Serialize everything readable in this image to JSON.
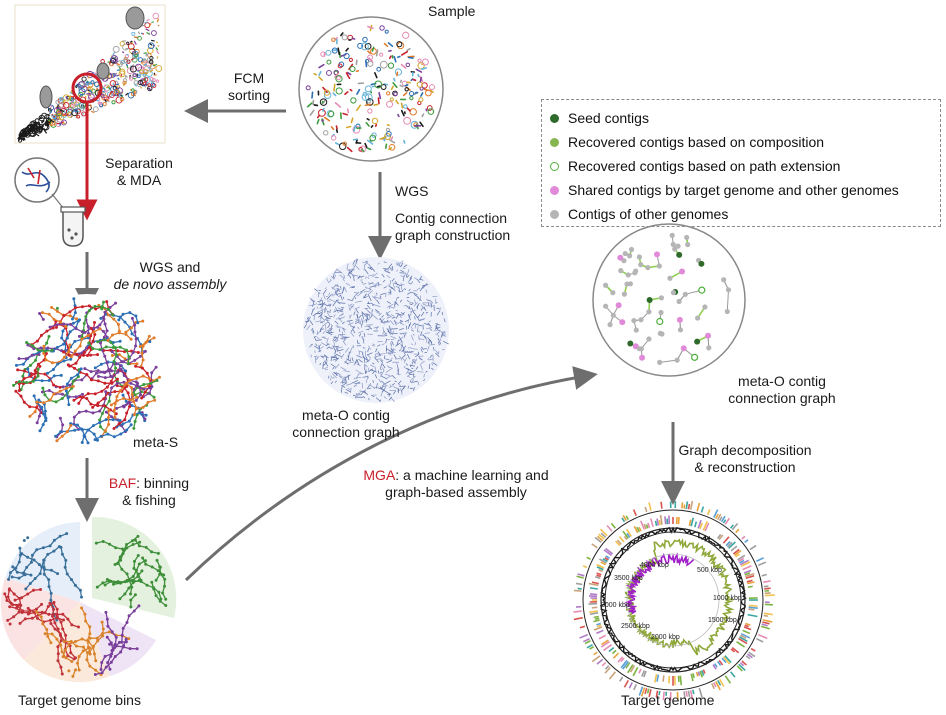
{
  "labels": {
    "sample": "Sample",
    "fcm_line1": "FCM",
    "fcm_line2": "sorting",
    "separation_line1": "Separation",
    "separation_line2": "& MDA",
    "wgs": "WGS",
    "contig_line1": "Contig connection",
    "contig_line2": "graph construction",
    "wgs_and_line1": "WGS and",
    "wgs_and_line2": "de novo assembly",
    "meta_o_mid_line1": "meta-O contig",
    "meta_o_mid_line2": "connection graph",
    "meta_s": "meta-S",
    "baf": "BAF",
    "baf_rest_line1": ": binning",
    "baf_rest_line2": "& fishing",
    "mga": "MGA",
    "mga_rest_line1": ": a machine learning and",
    "mga_rest_line2": "graph-based assembly",
    "meta_o_right_line1": "meta-O contig",
    "meta_o_right_line2": "connection graph",
    "graph_decomp_line1": "Graph decomposition",
    "graph_decomp_line2": "& reconstruction",
    "target_genome_bins": "Target genome bins",
    "target_genome": "Target genome"
  },
  "legend": [
    {
      "label": "Seed contigs",
      "color": "#2e6b2a",
      "style": "filled"
    },
    {
      "label": "Recovered contigs based on composition",
      "color": "#86b552",
      "style": "filled"
    },
    {
      "label": "Recovered contigs based on path extension",
      "color": "#4caf3a",
      "style": "ring"
    },
    {
      "label": "Shared contigs by target genome and other genomes",
      "color": "#e08ad9",
      "style": "filled"
    },
    {
      "label": "Contigs of other genomes",
      "color": "#b5b5b5",
      "style": "filled"
    }
  ],
  "genome_ticks": {
    "t4000": "4000 kbp",
    "t3500": "3500 kbp",
    "t500": "500 kbp",
    "t3000": "3000 kbp",
    "t1000": "1000 kbp",
    "t1500": "1500 kbp",
    "t2500": "2500 kbp",
    "t2000": "2000 kbp"
  },
  "colors": {
    "arrow_gray": "#6e6e6e",
    "highlight_red": "#c8202a",
    "bin_green": "#3f8f3a",
    "bin_blue": "#3a6f9a",
    "bin_red": "#c0323a",
    "bin_orange": "#d9822b",
    "bin_purple": "#7a3f9a"
  }
}
